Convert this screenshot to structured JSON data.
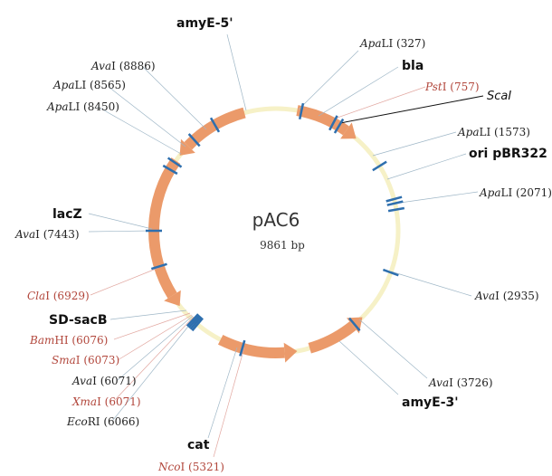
{
  "plasmid": {
    "name": "pAC6",
    "size": "9861 bp"
  },
  "colors": {
    "backbone": "#f6f1c7",
    "feature_arrow": "#eb9a6a",
    "site_tick": "#2e6fae",
    "label_black": "#222222",
    "label_red": "#b2473c"
  },
  "features": [
    {
      "id": "amyE5",
      "label": "amyE-5'"
    },
    {
      "id": "bla",
      "label": "bla"
    },
    {
      "id": "ori",
      "label": "ori pBR322"
    },
    {
      "id": "lacZ",
      "label": "lacZ"
    },
    {
      "id": "sdsacB",
      "label": "SD-sacB"
    },
    {
      "id": "cat",
      "label": "cat"
    },
    {
      "id": "amyE3",
      "label": "amyE-3'"
    }
  ],
  "sites": [
    {
      "id": "apali327",
      "enzyme": "ApaLI",
      "italic": "Apa",
      "rest": "LI",
      "pos": "(327)",
      "color": "black"
    },
    {
      "id": "psti757",
      "enzyme": "PstI",
      "italic": "Pst",
      "rest": "I",
      "pos": "(757)",
      "color": "red"
    },
    {
      "id": "scai",
      "enzyme": "ScaI",
      "italic": "Sca",
      "rest": "I",
      "pos": "",
      "color": "black"
    },
    {
      "id": "apali1573",
      "enzyme": "ApaLI",
      "italic": "Apa",
      "rest": "LI",
      "pos": "(1573)",
      "color": "black"
    },
    {
      "id": "apali2071",
      "enzyme": "ApaLI",
      "italic": "Apa",
      "rest": "LI",
      "pos": "(2071)",
      "color": "black"
    },
    {
      "id": "avai2935",
      "enzyme": "AvaI",
      "italic": "Ava",
      "rest": "I",
      "pos": "(2935)",
      "color": "black"
    },
    {
      "id": "avai3726",
      "enzyme": "AvaI",
      "italic": "Ava",
      "rest": "I",
      "pos": "(3726)",
      "color": "black"
    },
    {
      "id": "ncoi5321",
      "enzyme": "NcoI",
      "italic": "Nco",
      "rest": "I",
      "pos": "(5321)",
      "color": "red"
    },
    {
      "id": "ecori6066",
      "enzyme": "EcoRI",
      "italic": "Eco",
      "rest": "RI",
      "pos": "(6066)",
      "color": "black"
    },
    {
      "id": "xmai6071",
      "enzyme": "XmaI",
      "italic": "Xma",
      "rest": "I",
      "pos": "(6071)",
      "color": "red"
    },
    {
      "id": "avai6071",
      "enzyme": "AvaI",
      "italic": "Ava",
      "rest": "I",
      "pos": "(6071)",
      "color": "black"
    },
    {
      "id": "smai6073",
      "enzyme": "SmaI",
      "italic": "Sma",
      "rest": "I",
      "pos": "(6073)",
      "color": "red"
    },
    {
      "id": "bamhi6076",
      "enzyme": "BamHI",
      "italic": "Bam",
      "rest": "HI",
      "pos": "(6076)",
      "color": "red"
    },
    {
      "id": "clai6929",
      "enzyme": "ClaI",
      "italic": "Cla",
      "rest": "I",
      "pos": "(6929)",
      "color": "red"
    },
    {
      "id": "avai7443",
      "enzyme": "AvaI",
      "italic": "Ava",
      "rest": "I",
      "pos": "(7443)",
      "color": "black"
    },
    {
      "id": "apali8450",
      "enzyme": "ApaLI",
      "italic": "Apa",
      "rest": "LI",
      "pos": "(8450)",
      "color": "black"
    },
    {
      "id": "apali8565",
      "enzyme": "ApaLI",
      "italic": "Apa",
      "rest": "LI",
      "pos": "(8565)",
      "color": "black"
    },
    {
      "id": "avai8886",
      "enzyme": "AvaI",
      "italic": "Ava",
      "rest": "I",
      "pos": "(8886)",
      "color": "black"
    }
  ]
}
